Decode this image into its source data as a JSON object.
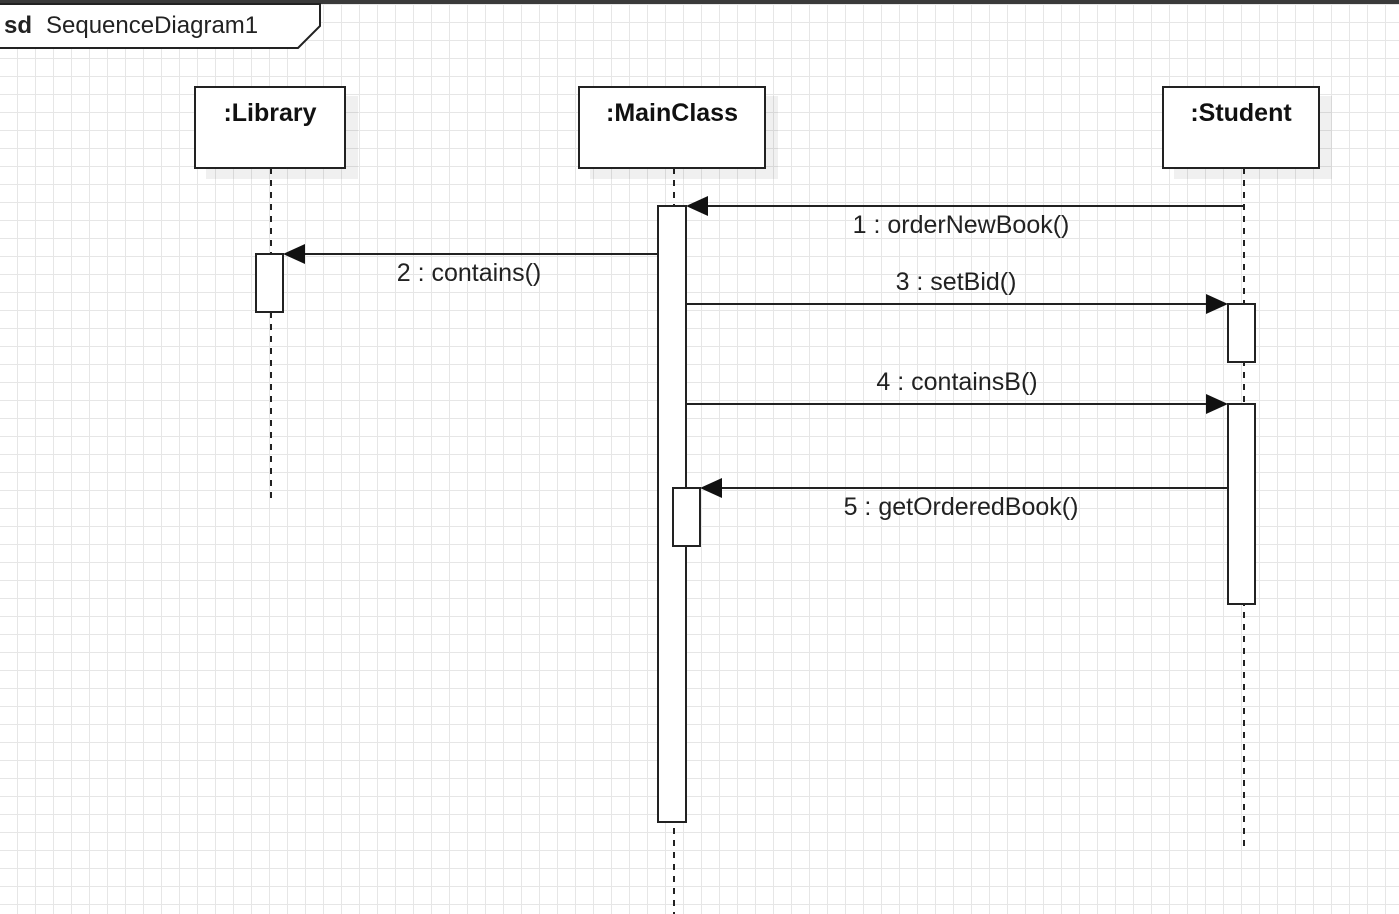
{
  "frame": {
    "keyword": "sd",
    "name": "SequenceDiagram1"
  },
  "lifelines": [
    {
      "id": "library",
      "label": ":Library"
    },
    {
      "id": "mainclass",
      "label": ":MainClass"
    },
    {
      "id": "student",
      "label": ":Student"
    }
  ],
  "messages": [
    {
      "label": "1 : orderNewBook()",
      "from": "student",
      "to": "mainclass"
    },
    {
      "label": "2 : contains()",
      "from": "mainclass",
      "to": "library"
    },
    {
      "label": "3 : setBid()",
      "from": "mainclass",
      "to": "student"
    },
    {
      "label": "4 : containsB()",
      "from": "mainclass",
      "to": "student"
    },
    {
      "label": "5 : getOrderedBook()",
      "from": "student",
      "to": "mainclass"
    }
  ]
}
